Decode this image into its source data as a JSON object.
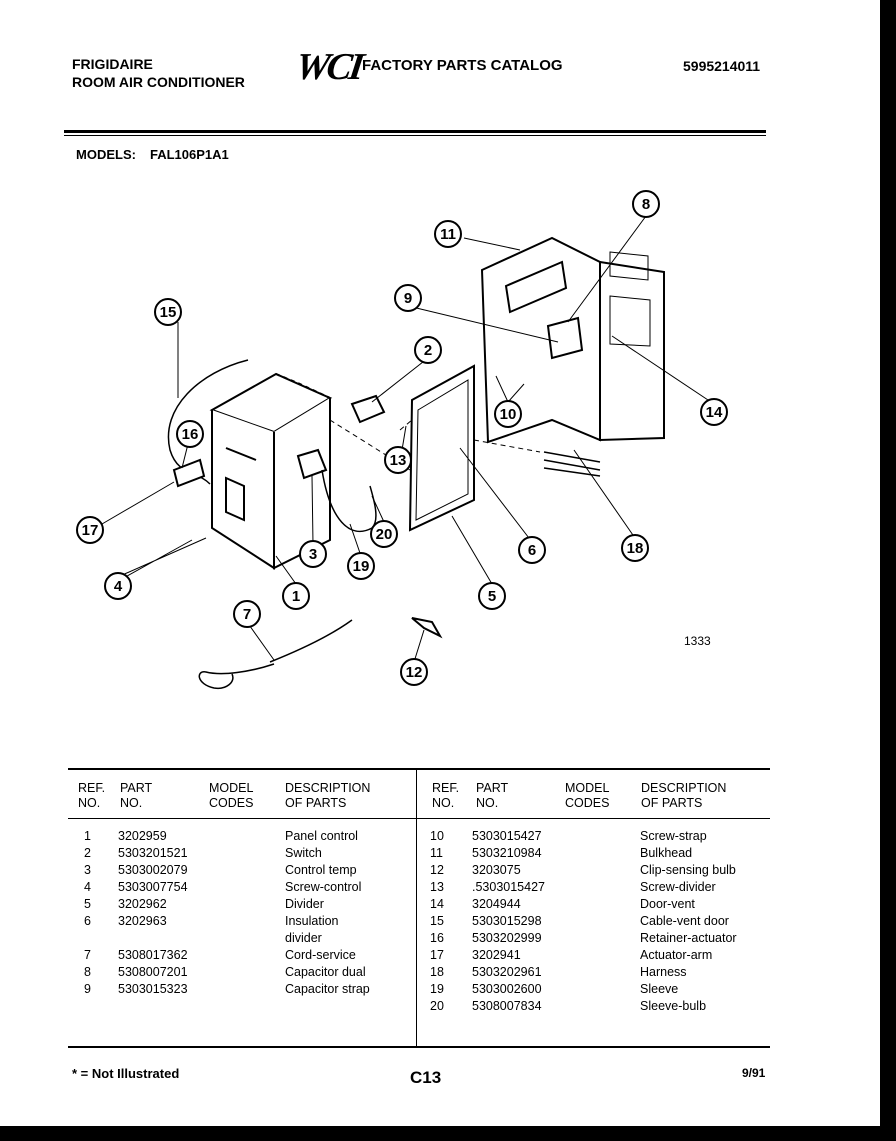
{
  "header": {
    "brand": "FRIGIDAIRE",
    "product": "ROOM AIR CONDITIONER",
    "logo_text": "WCI",
    "catalog_title": "FACTORY PARTS CATALOG",
    "catalog_number": "5995214011",
    "models_label": "MODELS:",
    "models_value": "FAL106P1A1"
  },
  "diagram": {
    "figure_number": "1333",
    "callouts": [
      "1",
      "2",
      "3",
      "4",
      "5",
      "6",
      "7",
      "8",
      "9",
      "10",
      "11",
      "12",
      "13",
      "14",
      "15",
      "16",
      "17",
      "18",
      "19",
      "20"
    ]
  },
  "table": {
    "headers": {
      "ref_1": "REF.",
      "ref_2": "NO.",
      "part_1": "PART",
      "part_2": "NO.",
      "model_1": "MODEL",
      "model_2": "CODES",
      "desc_1": "DESCRIPTION",
      "desc_2": "OF PARTS"
    },
    "left": [
      {
        "ref": "1",
        "part": "3202959",
        "desc": "Panel control"
      },
      {
        "ref": "2",
        "part": "5303201521",
        "desc": "Switch"
      },
      {
        "ref": "3",
        "part": "5303002079",
        "desc": "Control temp"
      },
      {
        "ref": "4",
        "part": "5303007754",
        "desc": "Screw-control"
      },
      {
        "ref": "5",
        "part": "3202962",
        "desc": "Divider"
      },
      {
        "ref": "6",
        "part": "3202963",
        "desc": "Insulation"
      },
      {
        "ref": "",
        "part": "",
        "desc": "divider"
      },
      {
        "ref": "7",
        "part": "5308017362",
        "desc": "Cord-service"
      },
      {
        "ref": "8",
        "part": "5308007201",
        "desc": "Capacitor dual"
      },
      {
        "ref": "9",
        "part": "5303015323",
        "desc": "Capacitor strap"
      }
    ],
    "right": [
      {
        "ref": "10",
        "part": "5303015427",
        "desc": "Screw-strap"
      },
      {
        "ref": "11",
        "part": "5303210984",
        "desc": "Bulkhead"
      },
      {
        "ref": "12",
        "part": "3203075",
        "desc": "Clip-sensing bulb"
      },
      {
        "ref": "13",
        "part": ".5303015427",
        "desc": "Screw-divider"
      },
      {
        "ref": "14",
        "part": "3204944",
        "desc": "Door-vent"
      },
      {
        "ref": "15",
        "part": "5303015298",
        "desc": "Cable-vent door"
      },
      {
        "ref": "16",
        "part": "5303202999",
        "desc": "Retainer-actuator"
      },
      {
        "ref": "17",
        "part": "3202941",
        "desc": "Actuator-arm"
      },
      {
        "ref": "18",
        "part": "5303202961",
        "desc": "Harness"
      },
      {
        "ref": "19",
        "part": "5303002600",
        "desc": "Sleeve"
      },
      {
        "ref": "20",
        "part": "5308007834",
        "desc": "Sleeve-bulb"
      }
    ]
  },
  "footer": {
    "note": "* = Not Illustrated",
    "page": "C13",
    "date": "9/91"
  }
}
